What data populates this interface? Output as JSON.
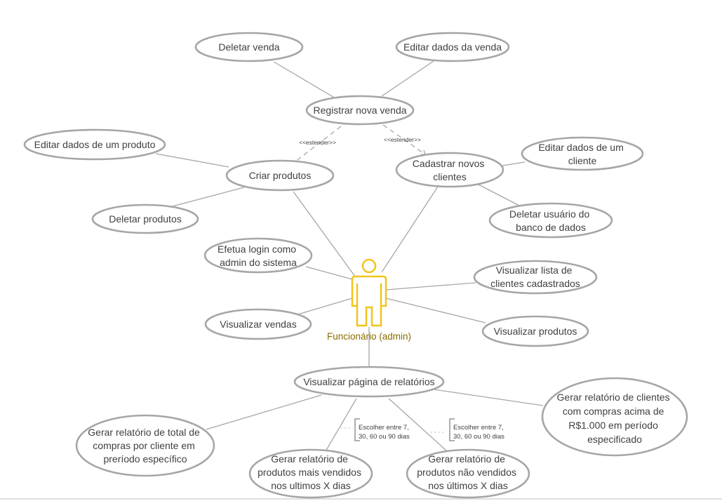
{
  "actor": {
    "label": "Funcionário (admin)",
    "color": "#f2c41a"
  },
  "stereotype": "<<estender>>",
  "use_cases": {
    "deletar_venda": [
      "Deletar venda"
    ],
    "editar_venda": [
      "Editar dados da venda"
    ],
    "registrar_venda": [
      "Registrar nova venda"
    ],
    "editar_produto": [
      "Editar dados de um produto"
    ],
    "criar_produtos": [
      "Criar produtos"
    ],
    "cadastrar_clientes": [
      "Cadastrar novos",
      "clientes"
    ],
    "editar_cliente": [
      "Editar dados de um",
      "cliente"
    ],
    "deletar_produtos": [
      "Deletar produtos"
    ],
    "deletar_usuario": [
      "Deletar usuário do",
      "banco de dados"
    ],
    "efetua_login": [
      "Efetua login como",
      "admin do sistema"
    ],
    "visualizar_clientes": [
      "Visualizar lista de",
      "clientes cadastrados"
    ],
    "visualizar_vendas": [
      "Visualizar vendas"
    ],
    "visualizar_produtos": [
      "Visualizar produtos"
    ],
    "visualizar_relatorios": [
      "Visualizar página de relatórios"
    ],
    "relatorio_clientes": [
      "Gerar relatório de clientes",
      "com compras acima de",
      "R$1.000 em período",
      "especificado"
    ],
    "relatorio_total": [
      "Gerar relatório de total de",
      "compras por cliente em",
      "preríodo específico"
    ],
    "relatorio_mais_vendidos": [
      "Gerar relatório de",
      "produtos mais vendidos",
      "nos ultimos X dias"
    ],
    "relatorio_nao_vendidos": [
      "Gerar relatório de",
      "produtos não vendidos",
      "nos últimos X dias"
    ]
  },
  "notes": {
    "mais_vendidos": [
      "Escolher entre 7,",
      "30, 60 ou 90 dias"
    ],
    "nao_vendidos": [
      "Escolher entre 7,",
      "30, 60 ou 90 dias"
    ]
  }
}
